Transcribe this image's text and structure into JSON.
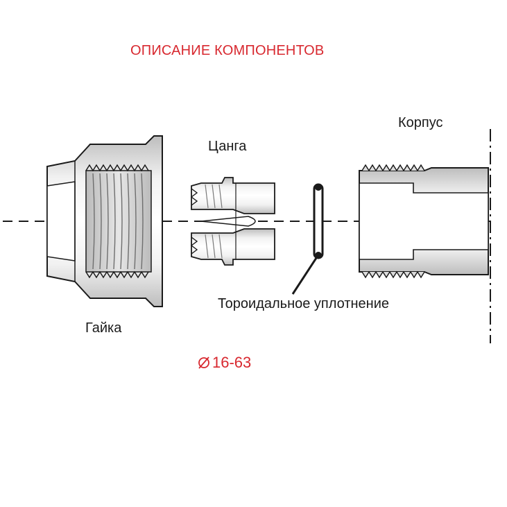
{
  "title": "ОПИСАНИЕ КОМПОНЕНТОВ",
  "labels": {
    "body": "Корпус",
    "collet": "Цанга",
    "nut": "Гайка",
    "o_ring": "Тороидальное уплотнение"
  },
  "diameter_range": "16-63",
  "colors": {
    "title": "#d8282f",
    "diameter": "#d8282f",
    "outline": "#1a1a1a",
    "fill_light": "#ececec",
    "fill_mid": "#cfcfcf"
  }
}
